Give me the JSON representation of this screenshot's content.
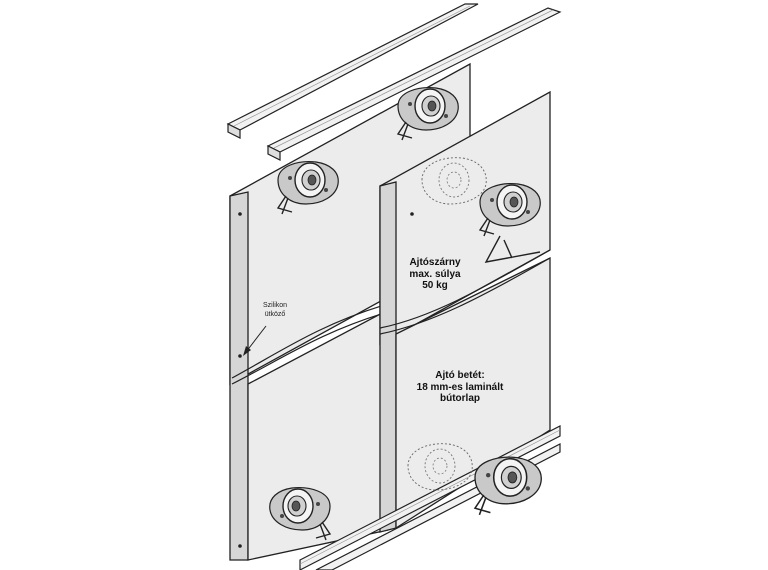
{
  "labels": {
    "silicone_stop": "Szilikon\nütköző",
    "door_weight": "Ajtószárny\nmax. súlya\n50 kg",
    "door_insert": "Ajtó betét:\n18 mm-es laminált\nbútorlap"
  },
  "colors": {
    "line": "#222222",
    "panel": "#ececec",
    "panel_edge": "#d6d6d6",
    "rail": "#f2f2f2",
    "background": "#ffffff"
  }
}
